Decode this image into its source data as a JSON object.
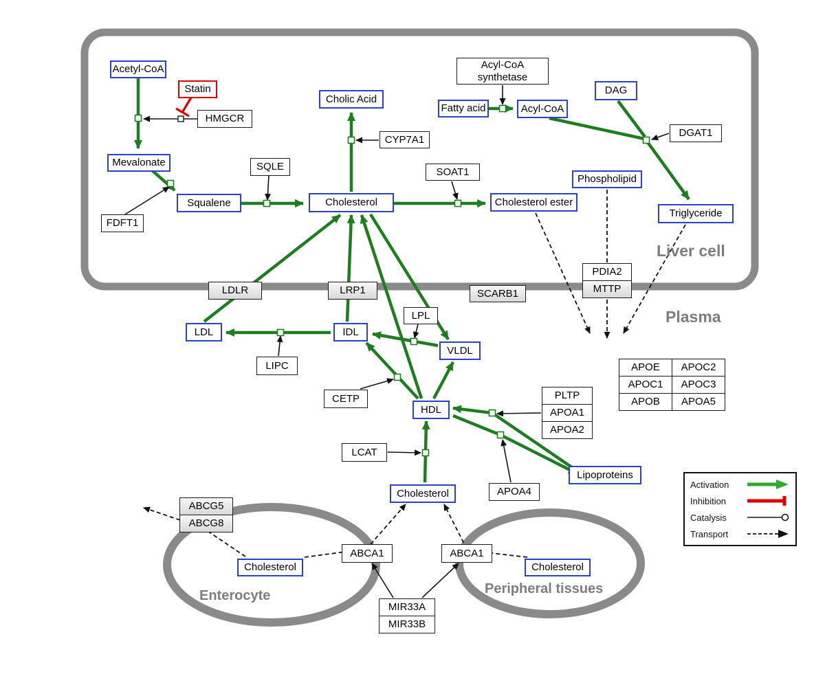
{
  "regions": {
    "liver_cell": "Liver cell",
    "plasma": "Plasma",
    "enterocyte": "Enterocyte",
    "peripheral_tissues": "Peripheral tissues"
  },
  "nodes": {
    "acetyl_coa": "Acetyl-CoA",
    "statin": "Statin",
    "hmgcr": "HMGCR",
    "mevalonate": "Mevalonate",
    "sqle": "SQLE",
    "squalene": "Squalene",
    "fdft1": "FDFT1",
    "cholic_acid": "Cholic Acid",
    "cyp7a1": "CYP7A1",
    "cholesterol_liver": "Cholesterol",
    "soat1": "SOAT1",
    "cholesterol_ester": "Cholesterol ester",
    "acyl_coa_synthetase": "Acyl-CoA synthetase",
    "fatty_acid": "Fatty acid",
    "acyl_coa": "Acyl-CoA",
    "dag": "DAG",
    "dgat1": "DGAT1",
    "phospholipid": "Phospholipid",
    "triglyceride": "Triglyceride",
    "ldlr": "LDLR",
    "lrp1": "LRP1",
    "scarb1": "SCARB1",
    "pdia2": "PDIA2",
    "mttp": "MTTP",
    "ldl": "LDL",
    "idl": "IDL",
    "vldl": "VLDL",
    "lpl": "LPL",
    "lipc": "LIPC",
    "cetp": "CETP",
    "hdl": "HDL",
    "lcat": "LCAT",
    "apoe": "APOE",
    "apoc2": "APOC2",
    "apoc1": "APOC1",
    "apoc3": "APOC3",
    "apob": "APOB",
    "apoa5": "APOA5",
    "pltp": "PLTP",
    "apoa1": "APOA1",
    "apoa2": "APOA2",
    "apoa4": "APOA4",
    "lipoproteins": "Lipoproteins",
    "cholesterol_plasma": "Cholesterol",
    "abcg5": "ABCG5",
    "abcg8": "ABCG8",
    "cholesterol_enterocyte": "Cholesterol",
    "abca1_enterocyte": "ABCA1",
    "abca1_peripheral": "ABCA1",
    "cholesterol_peripheral": "Cholesterol",
    "mir33a": "MIR33A",
    "mir33b": "MIR33B"
  },
  "legend": {
    "activation": "Activation",
    "inhibition": "Inhibition",
    "catalysis": "Catalysis",
    "transport": "Transport"
  },
  "colors": {
    "metabolite_border": "#2b3fc9",
    "activation_green": "#1e7d1e",
    "inhibition_red": "#e00000",
    "membrane_gray": "#8a8a8a"
  }
}
